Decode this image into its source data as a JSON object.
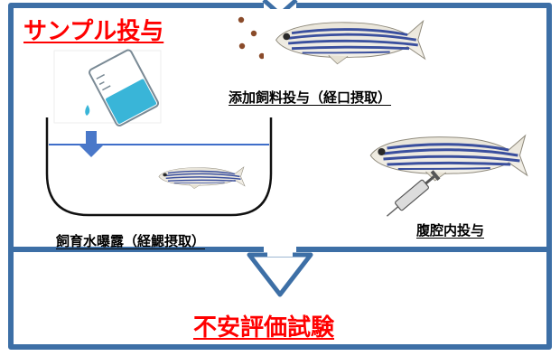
{
  "sample_dosing": {
    "title": "サンプル投与",
    "methods": {
      "feed": "添加飼料投与（経口摂取）",
      "water": "飼育水曝露（経鰓摂取）",
      "injection": "腹腔内投与"
    }
  },
  "next_step": "不安評価試験",
  "colors": {
    "frame": "#3d6fa6",
    "title_red": "#ff0000",
    "fish_stripe": "#3a4f9e",
    "water_line": "#3f6ec9",
    "beaker_liquid": "#39b5d8",
    "arrow_fill": "#4a78c9"
  }
}
